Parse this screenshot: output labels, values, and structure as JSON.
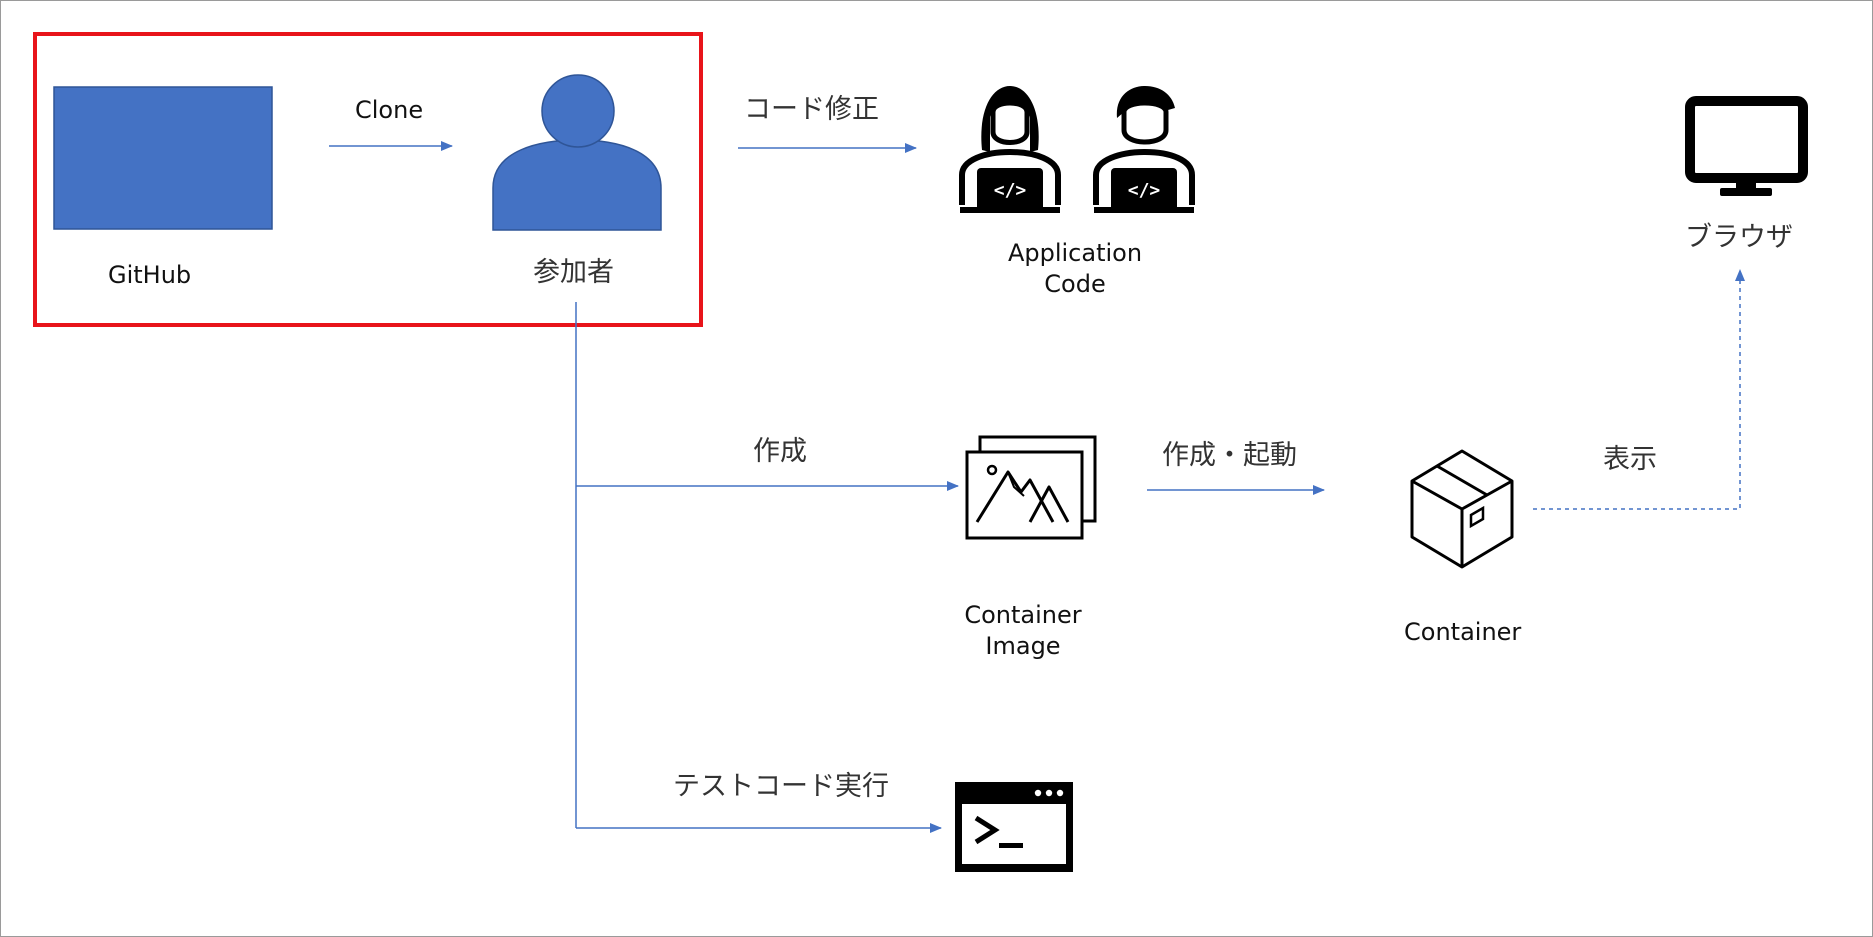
{
  "colors": {
    "accent_blue": "#4472C4",
    "highlight_red": "#E8141A",
    "icon_black": "#000000"
  },
  "nodes": {
    "github": {
      "label": "GitHub",
      "icon": "github-repo-rectangle"
    },
    "participant": {
      "label": "参加者",
      "icon": "person-icon"
    },
    "application_code": {
      "label_line1": "Application",
      "label_line2": "Code",
      "icon": "developers-coding-icon"
    },
    "browser": {
      "label": "ブラウザ",
      "icon": "monitor-icon"
    },
    "container_image": {
      "label_line1": "Container",
      "label_line2": "Image",
      "icon": "image-stack-icon"
    },
    "container": {
      "label": "Container",
      "icon": "box-icon"
    },
    "terminal": {
      "icon": "terminal-icon"
    }
  },
  "edges": {
    "clone": {
      "label": "Clone"
    },
    "code_edit": {
      "label": "コード修正"
    },
    "create_image": {
      "label": "作成"
    },
    "create_run": {
      "label": "作成・起動"
    },
    "display": {
      "label": "表示"
    },
    "run_tests": {
      "label": "テストコード実行"
    }
  }
}
